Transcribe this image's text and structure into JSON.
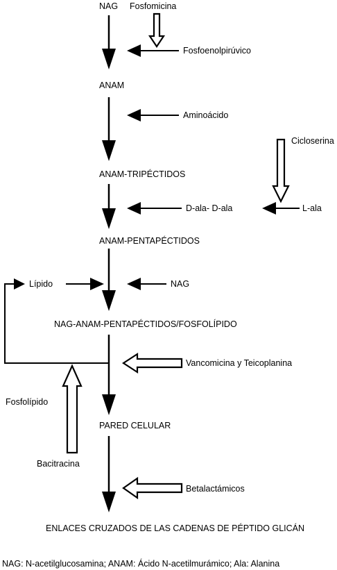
{
  "nodes": {
    "nag": "NAG",
    "anam": "ANAM",
    "anam_tri": "ANAM-TRIPÉCTIDOS",
    "anam_penta": "ANAM-PENTAPÉCTIDOS",
    "nag_anam_penta": "NAG-ANAM-PENTAPÉCTIDOS/FOSFOLÍPIDO",
    "pared": "PARED CELULAR",
    "enlaces": "ENLACES CRUZADOS DE LAS CADENAS DE PÉPTIDO GLICÁN"
  },
  "inputs": {
    "fosfoenolpiruvico": "Fosfoenolpirúvico",
    "aminoacido": "Aminoácido",
    "d_ala": "D-ala- D-ala",
    "l_ala": "L-ala",
    "lipido": "Lípido",
    "nag2": "NAG",
    "fosfolipido": "Fosfolípido"
  },
  "inhibitors": {
    "fosfomicina": "Fosfomicina",
    "cicloserina": "Cicloserina",
    "vancomicina": "Vancomicina y Teicoplanina",
    "bacitracina": "Bacitracina",
    "betalactamicos": "Betalactámicos"
  },
  "footnote": "NAG: N-acetilglucosamina; ANAM: Ácido N-acetilmurámico; Ala: Alanina"
}
